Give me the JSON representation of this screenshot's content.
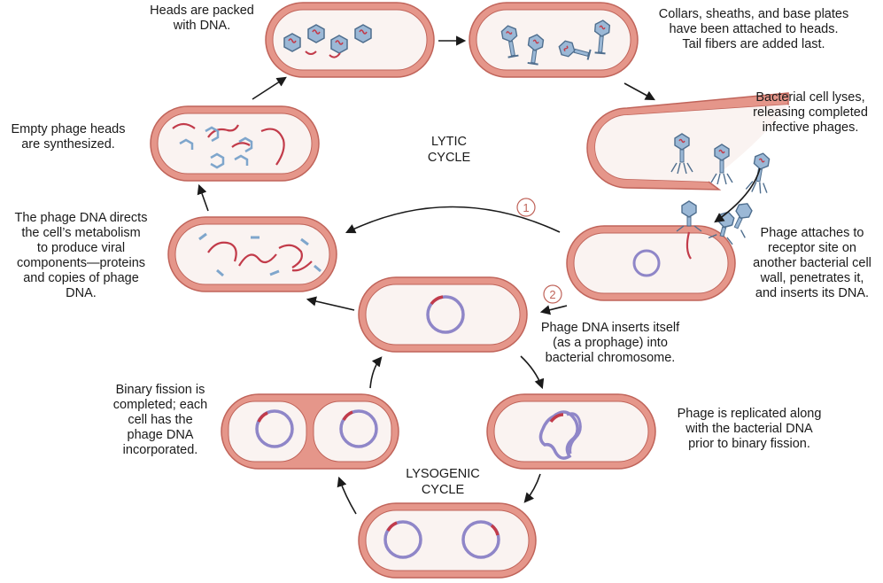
{
  "cycles": {
    "lytic": "LYTIC\nCYCLE",
    "lysogenic": "LYSOGENIC\nCYCLE"
  },
  "step_numbers": {
    "one": "1",
    "two": "2"
  },
  "labels": {
    "heads_packed": "Heads are packed\nwith DNA.",
    "collars": "Collars, sheaths, and base plates\nhave been attached to heads.\nTail fibers are added last.",
    "lyses": "Bacterial cell lyses,\nreleasing completed\ninfective phages.",
    "empty_heads": "Empty phage heads\nare synthesized.",
    "phage_dna_directs": "The phage DNA directs\nthe cell’s metabolism\nto produce viral\ncomponents—proteins\nand copies of phage\nDNA.",
    "attaches": "Phage attaches to\nreceptor site on\nanother bacterial cell\nwall, penetrates it,\nand inserts its DNA.",
    "inserts": "Phage DNA inserts itself\n(as a prophage) into\nbacterial chromosome.",
    "binary_fission": "Binary fission is\ncompleted; each\ncell has the\nphage DNA\nincorporated.",
    "replicated": "Phage is replicated along\nwith the bacterial DNA\nprior to binary fission."
  },
  "colors": {
    "cell_wall": "#e5968a",
    "cell_wall_outline": "#c0645a",
    "cytoplasm": "#faf3f1",
    "dna_red": "#c23b4a",
    "chromosome": "#8f86c8",
    "chromosome_outline": "#5d5598",
    "phage_head": "#9bb8d6",
    "phage_outline": "#4f6e8e",
    "arrow": "#1a1a1a",
    "step_circle": "#c0645a"
  }
}
